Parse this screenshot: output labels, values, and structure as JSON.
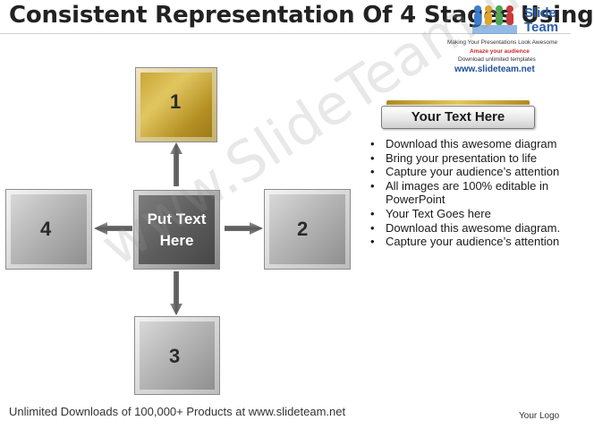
{
  "title": "Consistent Representation Of 4 Stages Using",
  "logo": {
    "name_line1": "Slide",
    "name_line2": "Team",
    "tagline": "Making Your Presentations Look Awesome",
    "promo1": "Amaze your audience",
    "promo2": "Download unlimited templates",
    "url": "www.slideteam.net"
  },
  "diagram": {
    "center_label": "Put Text Here",
    "stages": [
      {
        "number": "1",
        "style": "gold"
      },
      {
        "number": "2",
        "style": "grey"
      },
      {
        "number": "3",
        "style": "grey"
      },
      {
        "number": "4",
        "style": "grey"
      }
    ]
  },
  "text_panel": {
    "header": "Your Text Here",
    "bullets": [
      "Download this awesome diagram",
      "Bring your presentation to life",
      "Capture your audience’s attention",
      "All images are 100% editable in PowerPoint",
      "Your Text Goes here",
      "Download this awesome diagram.",
      "Capture your audience’s attention"
    ]
  },
  "footer": "Unlimited Downloads of 100,000+ Products at www.slideteam.net",
  "your_logo": "Your Logo",
  "watermark": "www.SlideTeam.net",
  "colors": {
    "stage1_gold": "#c9a637",
    "stage_grey": "#b9b9b9",
    "center_dark": "#5d5d5d",
    "url_blue": "#1e4f9a",
    "promo_red": "#cc2a2a"
  }
}
